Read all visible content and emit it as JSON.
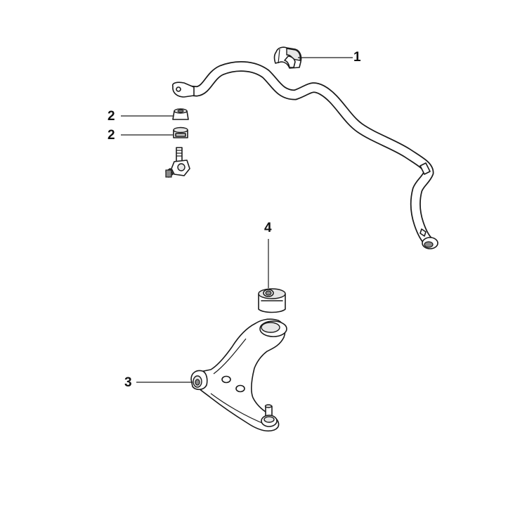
{
  "callouts": {
    "item_1": "1",
    "item_2a": "2",
    "item_2b": "2",
    "item_3": "3",
    "item_4": "4"
  },
  "colors": {
    "line": "#1a1a1a",
    "background": "#ffffff"
  }
}
